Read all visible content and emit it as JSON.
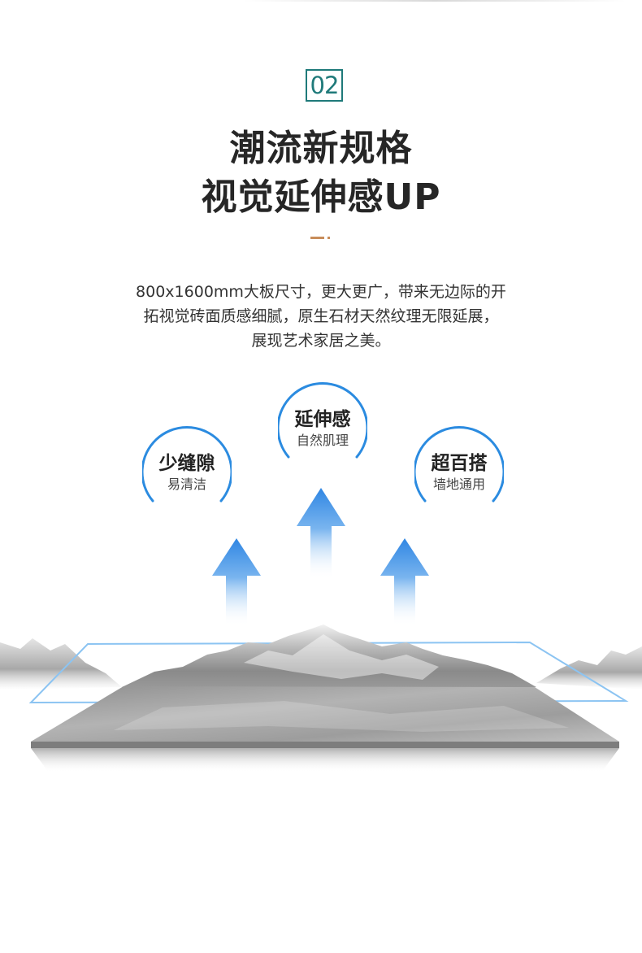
{
  "badge": "02",
  "title": {
    "line1": "潮流新规格",
    "line2": "视觉延伸感UP"
  },
  "description": {
    "line1": "800x1600mm大板尺寸，更大更广，带来无边际的开",
    "line2": "拓视觉砖面质感细腻，原生石材天然纹理无限延展，",
    "line3": "展现艺术家居之美。"
  },
  "features": {
    "left": {
      "title": "少缝隙",
      "subtitle": "易清洁"
    },
    "middle": {
      "title": "延伸感",
      "subtitle": "自然肌理"
    },
    "right": {
      "title": "超百搭",
      "subtitle": "墙地通用"
    }
  },
  "colors": {
    "accent_teal": "#1f7a7a",
    "divider_gold": "#c88d5a",
    "arc_blue": "#2b8be0",
    "arrow_blue": "#3a8ee6"
  },
  "icons": {
    "arrows": "up-arrow-icon",
    "scene": "mountain-tile-illustration"
  }
}
